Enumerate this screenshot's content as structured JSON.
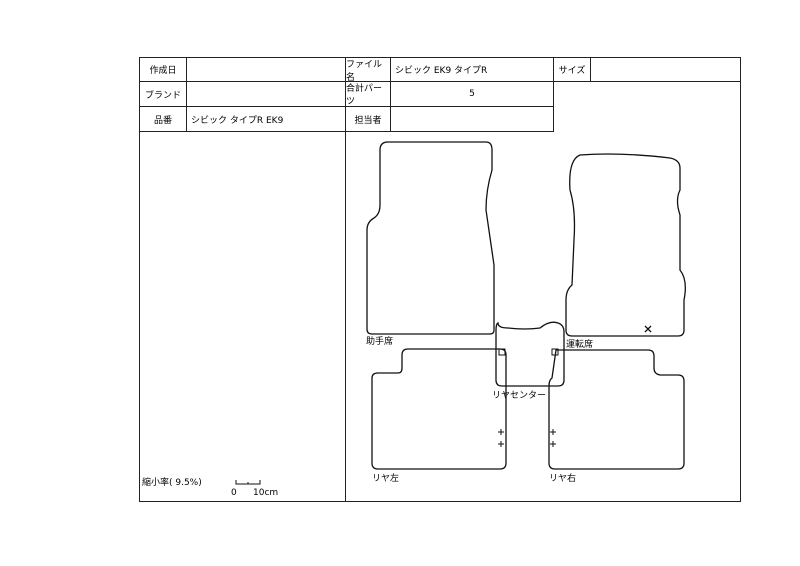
{
  "header": {
    "created_label": "作成日",
    "created_value": "",
    "file_label": "ファイル名",
    "file_value": "シビック EK9 タイプR",
    "size_label": "サイズ",
    "size_value": "",
    "brand_label": "ブランド",
    "brand_value": "",
    "parts_label": "合計パーツ",
    "parts_value": "5",
    "item_label": "品番",
    "item_value": "シビック タイプR EK9",
    "staff_label": "担当者",
    "staff_value": ""
  },
  "scale": {
    "label": "縮小率( 9.5%)",
    "tick_0": "0",
    "tick_10": "10cm"
  },
  "parts": {
    "passenger": "助手席",
    "driver": "運転席",
    "rear_center": "リヤセンター",
    "rear_left": "リヤ左",
    "rear_right": "リヤ右"
  }
}
